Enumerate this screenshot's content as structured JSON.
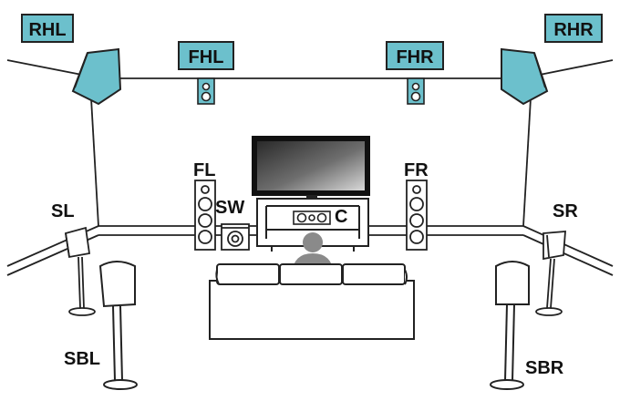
{
  "labels": {
    "rhl": "RHL",
    "fhl": "FHL",
    "fhr": "FHR",
    "rhr": "RHR",
    "fl": "FL",
    "fr": "FR",
    "sw": "SW",
    "c": "C",
    "sl": "SL",
    "sr": "SR",
    "sbl": "SBL",
    "sbr": "SBR"
  },
  "colors": {
    "height_speaker": "#6cc0cc",
    "label_box": "#6cc0cc",
    "line": "#222222",
    "speaker_body": "#ffffff"
  }
}
